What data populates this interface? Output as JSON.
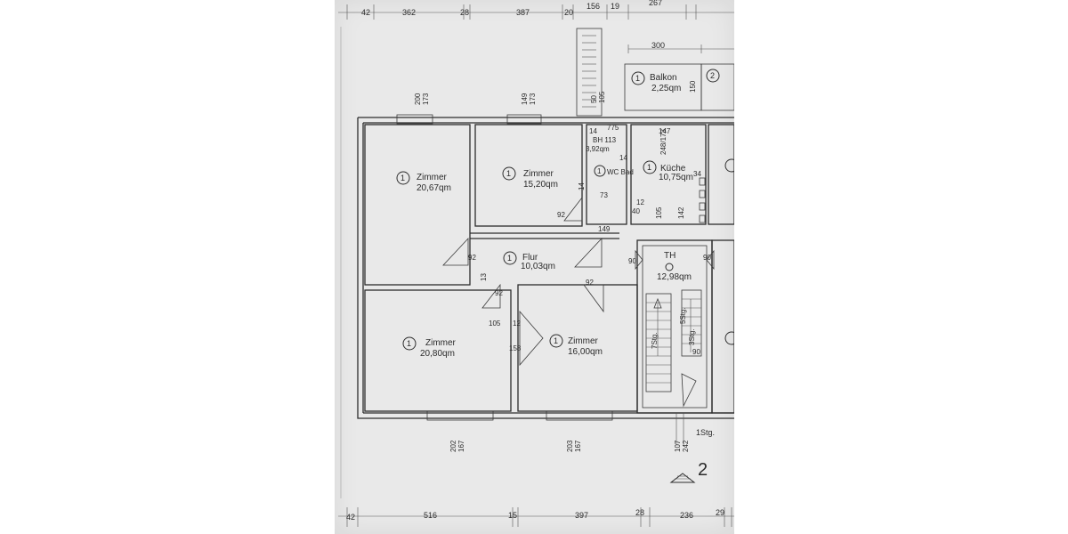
{
  "rooms": [
    {
      "id": "zimmer-1",
      "unit": "1",
      "name": "Zimmer",
      "area": "20,67qm"
    },
    {
      "id": "zimmer-2",
      "unit": "1",
      "name": "Zimmer",
      "area": "15,20qm"
    },
    {
      "id": "bad",
      "unit": "1",
      "name": "WC Bad",
      "area": "3,92qm",
      "code": "BH 113"
    },
    {
      "id": "kueche",
      "unit": "1",
      "name": "Küche",
      "area": "10,75qm"
    },
    {
      "id": "flur",
      "unit": "1",
      "name": "Flur",
      "area": "10,03qm"
    },
    {
      "id": "zimmer-3",
      "unit": "1",
      "name": "Zimmer",
      "area": "20,80qm"
    },
    {
      "id": "zimmer-4",
      "unit": "1",
      "name": "Zimmer",
      "area": "16,00qm"
    },
    {
      "id": "balkon",
      "unit": "1",
      "name": "Balkon",
      "area": "2,25qm"
    },
    {
      "id": "th",
      "unit": "",
      "name": "TH",
      "area": "12,98qm"
    }
  ],
  "neighbor_unit": "2",
  "top_dimensions": [
    "42",
    "362",
    "28",
    "387",
    "20",
    "156",
    "19",
    "267"
  ],
  "bottom_dimensions": [
    "42",
    "516",
    "15",
    "397",
    "28",
    "236",
    "29"
  ],
  "window_dims": {
    "top_left": [
      "200",
      "173"
    ],
    "top_mid": [
      "149",
      "173"
    ],
    "top_bad": [
      "50",
      "105"
    ],
    "balkon_w": "300",
    "balkon_h": "150",
    "bottom_left": [
      "202",
      "167"
    ],
    "bottom_mid": [
      "203",
      "167"
    ],
    "entrance": [
      "107",
      "242"
    ]
  },
  "inner_dims": {
    "d92a": "92",
    "d92b": "92",
    "d92c": "92",
    "d92d": "92",
    "d149": "149",
    "d105": "105",
    "d105b": "105",
    "d12": "12",
    "d12b": "12",
    "d142": "142",
    "d158": "158",
    "d13": "13",
    "d40": "40",
    "d34": "34",
    "d90a": "90",
    "d90b": "90",
    "d90c": "90",
    "d14a": "14",
    "d14b": "14",
    "d73": "73",
    "d14c": "14",
    "d775": "775",
    "d248": "248/173",
    "d147": "147"
  },
  "stairs": {
    "a": "7Stg.",
    "b": "5Stg.",
    "c": "3Stg.",
    "entry": "1Stg."
  },
  "floor_number": "2"
}
